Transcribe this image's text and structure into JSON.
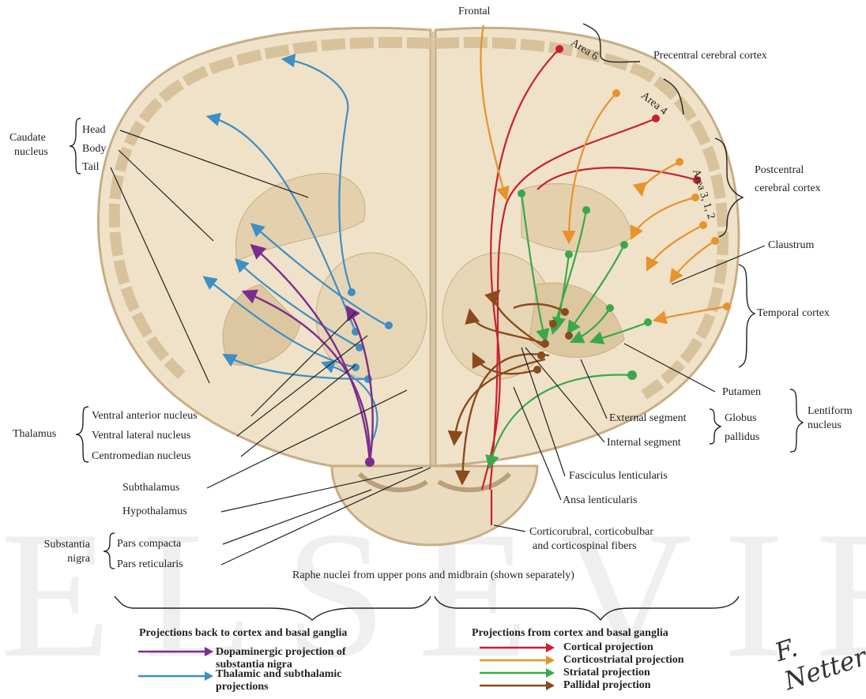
{
  "top_label": "Frontal",
  "area_labels": [
    "Area 6",
    "Area 4",
    "Area 3, 1, 2"
  ],
  "right_labels": {
    "precentral": "Precentral cerebral cortex",
    "postcentral_1": "Postcentral",
    "postcentral_2": "cerebral cortex",
    "claustrum": "Claustrum",
    "temporal": "Temporal cortex",
    "putamen": "Putamen",
    "lentiform_1": "Lentiform",
    "lentiform_2": "nucleus",
    "globus_1": "Globus",
    "globus_2": "pallidus",
    "external": "External segment",
    "internal": "Internal segment",
    "fasciculus": "Fasciculus lenticularis",
    "ansa": "Ansa lenticularis",
    "cortico_1": "Corticorubral, corticobulbar",
    "cortico_2": "and corticospinal fibers"
  },
  "left_labels": {
    "caudate_1": "Caudate",
    "caudate_2": "nucleus",
    "head": "Head",
    "body": "Body",
    "tail": "Tail",
    "thalamus": "Thalamus",
    "ventral_anterior": "Ventral anterior nucleus",
    "ventral_lateral": "Ventral lateral nucleus",
    "centromedian": "Centromedian nucleus",
    "subthalamus": "Subthalamus",
    "hypothalamus": "Hypothalamus",
    "substantia_1": "Substantia",
    "substantia_2": "nigra",
    "pars_compacta": "Pars compacta",
    "pars_reticularis": "Pars reticularis"
  },
  "raphe": "Raphe nuclei from upper pons and midbrain (shown separately)",
  "legend": {
    "left_title": "Projections back to cortex and basal ganglia",
    "right_title": "Projections from cortex and basal ganglia",
    "left_items": [
      {
        "line1": "Dopaminergic projection of",
        "line2": "substantia nigra",
        "color": "#7b2d8e"
      },
      {
        "line1": "Thalamic and subthalamic",
        "line2": "projections",
        "color": "#3d8fc4"
      }
    ],
    "right_items": [
      {
        "label": "Cortical projection",
        "color": "#c8202f"
      },
      {
        "label": "Corticostriatal projection",
        "color": "#e8922a"
      },
      {
        "label": "Striatal projection",
        "color": "#3aa84a"
      },
      {
        "label": "Pallidal projection",
        "color": "#8a4a1c"
      }
    ]
  },
  "signature": "F. Netter",
  "watermark": "ELSEVIER"
}
